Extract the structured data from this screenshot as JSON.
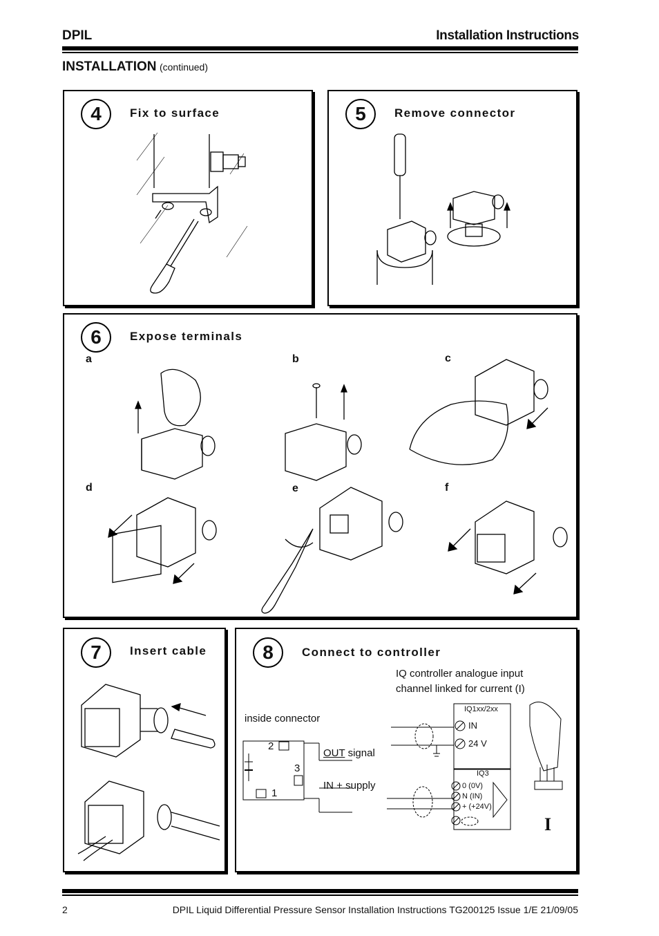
{
  "header": {
    "left": "DPIL",
    "right": "Installation Instructions"
  },
  "section": {
    "title": "INSTALLATION",
    "subtitle": "(continued)"
  },
  "steps": [
    {
      "number": "4",
      "title": "Fix to surface"
    },
    {
      "number": "5",
      "title": "Remove connector"
    },
    {
      "number": "6",
      "title": "Expose terminals",
      "sub": [
        "a",
        "b",
        "c",
        "d",
        "e",
        "f"
      ]
    },
    {
      "number": "7",
      "title": "Insert cable"
    },
    {
      "number": "8",
      "title": "Connect to controller"
    }
  ],
  "wiring": {
    "note_line1": "IQ controller analogue input",
    "note_line2": "channel linked for current (I)",
    "inside_connector": "inside connector",
    "pin2": "2",
    "pin3": "3",
    "pin1": "1",
    "out_label": "OUT",
    "signal_label": "signal",
    "in_label": "IN +",
    "supply_label": "supply",
    "iq1_title": "IQ1xx/2xx",
    "iq1_in": "IN",
    "iq1_24v": "24 V",
    "iq3_title": "IQ3",
    "iq3_t1": "0 (0V)",
    "iq3_t2": "N (IN)",
    "iq3_t3": "+ (+24V)",
    "current_symbol": "I"
  },
  "footer": {
    "page": "2",
    "doc": "DPIL Liquid Differential Pressure Sensor Installation Instructions TG200125 Issue 1/E 21/09/05"
  }
}
